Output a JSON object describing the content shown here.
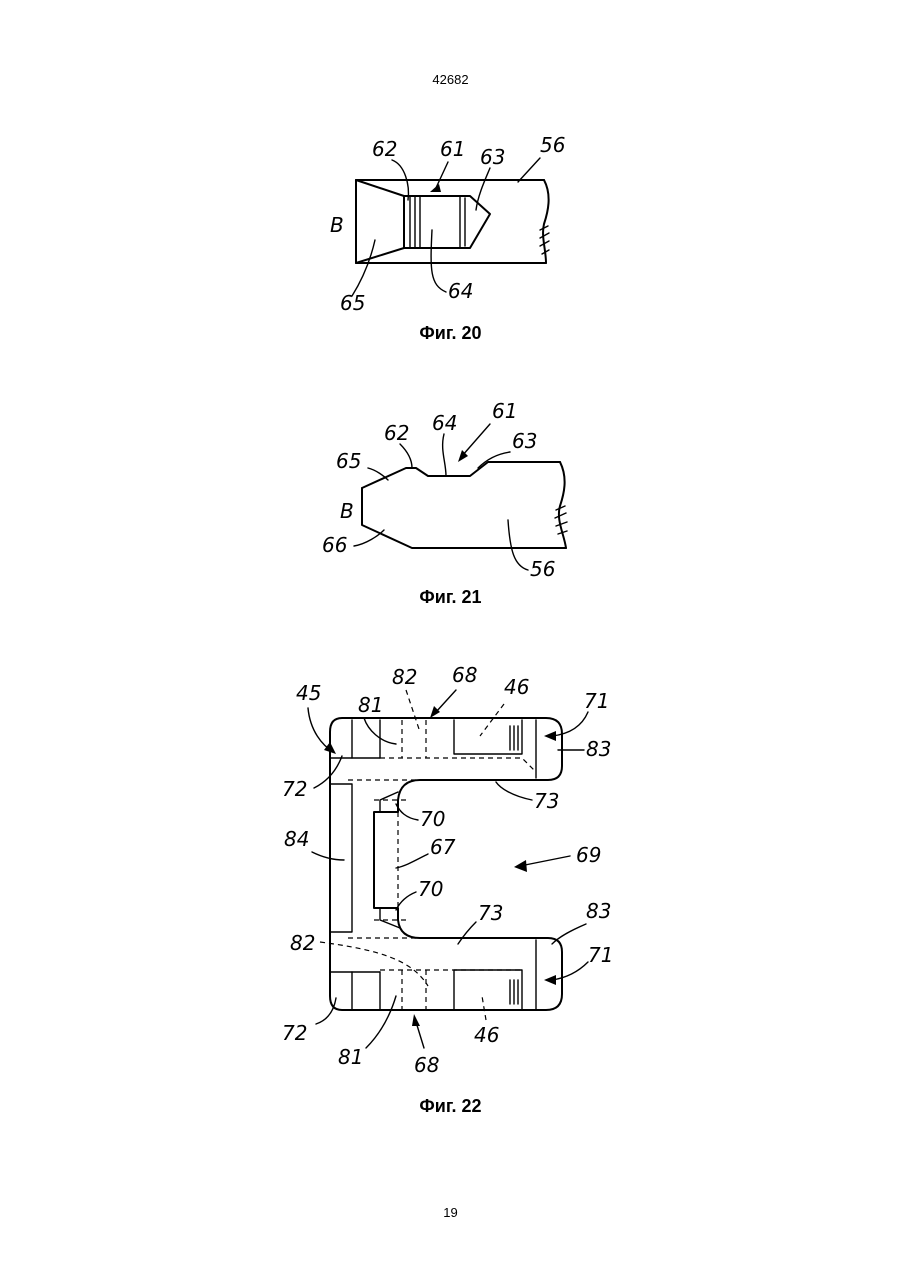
{
  "header": {
    "doc_number": "42682"
  },
  "footer": {
    "page_number": "19"
  },
  "figures": [
    {
      "caption": "Фиг. 20",
      "labels": [
        "62",
        "61",
        "63",
        "56",
        "B",
        "65",
        "64"
      ]
    },
    {
      "caption": "Фиг. 21",
      "labels": [
        "62",
        "64",
        "61",
        "63",
        "65",
        "B",
        "66",
        "56"
      ]
    },
    {
      "caption": "Фиг. 22",
      "labels": [
        "82",
        "68",
        "46",
        "45",
        "81",
        "71",
        "83",
        "72",
        "73",
        "70",
        "84",
        "67",
        "69",
        "70",
        "73",
        "83",
        "82",
        "71",
        "72",
        "81",
        "46",
        "68"
      ]
    }
  ]
}
